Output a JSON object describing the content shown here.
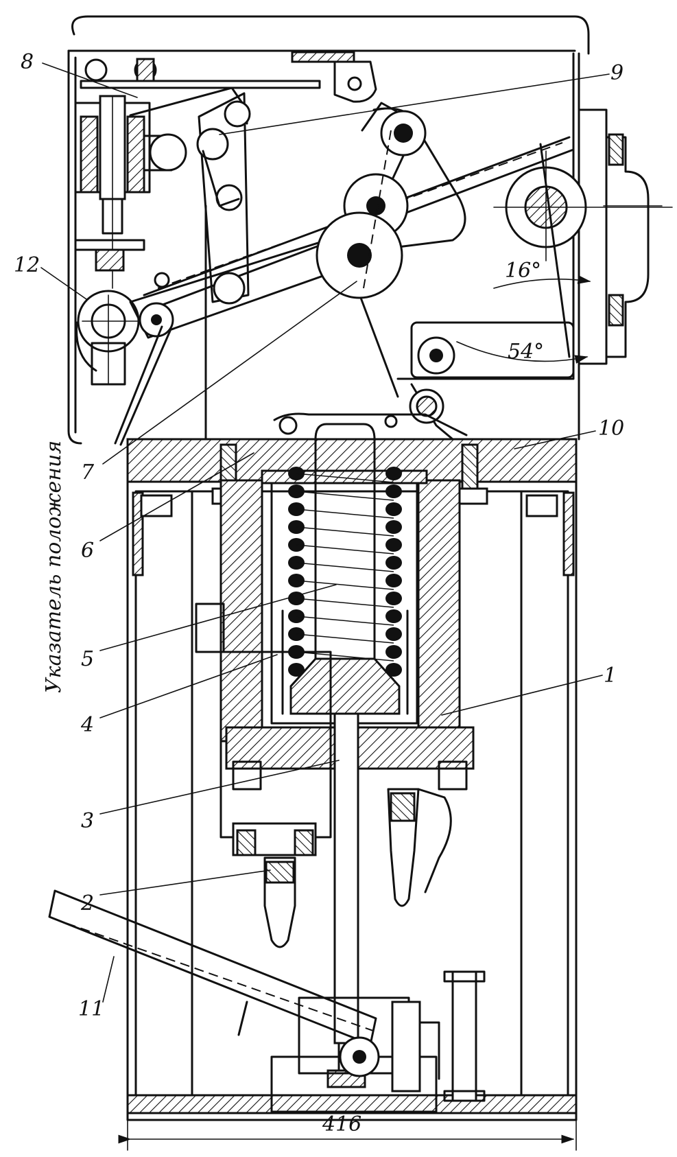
{
  "diagram": {
    "callouts": [
      {
        "id": "c1",
        "text": "1"
      },
      {
        "id": "c2",
        "text": "2"
      },
      {
        "id": "c3",
        "text": "3"
      },
      {
        "id": "c4",
        "text": "4"
      },
      {
        "id": "c5",
        "text": "5"
      },
      {
        "id": "c6",
        "text": "6"
      },
      {
        "id": "c7",
        "text": "7"
      },
      {
        "id": "c8",
        "text": "8"
      },
      {
        "id": "c9",
        "text": "9"
      },
      {
        "id": "c10",
        "text": "10"
      },
      {
        "id": "c11",
        "text": "11"
      },
      {
        "id": "c12",
        "text": "12"
      }
    ],
    "angles": {
      "upper": "16°",
      "lower": "54°"
    },
    "dimension": "416",
    "side_label": "Указатель положения"
  }
}
